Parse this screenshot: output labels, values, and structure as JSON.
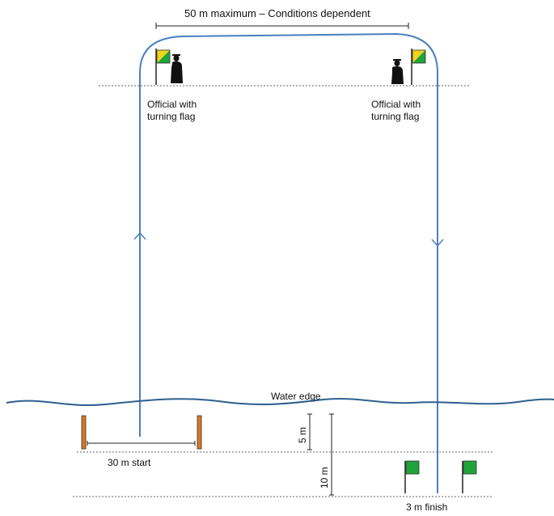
{
  "labels": {
    "max_width": "50 m maximum  – Conditions dependent",
    "official_left_line1": "Official with",
    "official_left_line2": "turning flag",
    "official_right_line1": "Official with",
    "official_right_line2": "turning flag",
    "water_edge": "Water edge",
    "start": "30 m start",
    "finish": "3 m finish",
    "dist_5m": "5 m",
    "dist_10m": "10 m"
  },
  "colors": {
    "course_line": "#4a7fc1",
    "water_line": "#4a7fc1",
    "start_post": "#d9771f",
    "finish_flag": "#1fa33a",
    "turning_flag_green": "#1fa33a",
    "turning_flag_yellow": "#f2d21c"
  },
  "icons": [
    "turning-flag-icon",
    "official-silhouette-icon",
    "finish-flag-icon",
    "start-post-icon"
  ]
}
